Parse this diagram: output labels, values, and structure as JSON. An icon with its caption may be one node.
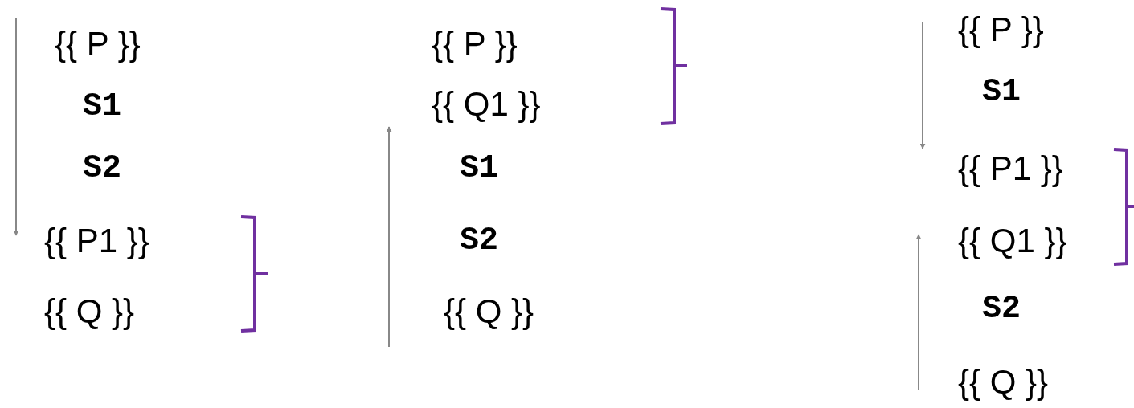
{
  "diagram": {
    "labels": [
      "{{ P }}",
      "S1",
      "S2",
      "{{ P1 }}",
      "{{ Q }}",
      "{{ P }}",
      "{{ Q1 }}",
      "S1",
      "S2",
      "{{ Q }}",
      "{{ P }}",
      "S1",
      "{{ P1 }}",
      "{{ Q1 }}",
      "S2",
      "{{ Q }}"
    ]
  }
}
